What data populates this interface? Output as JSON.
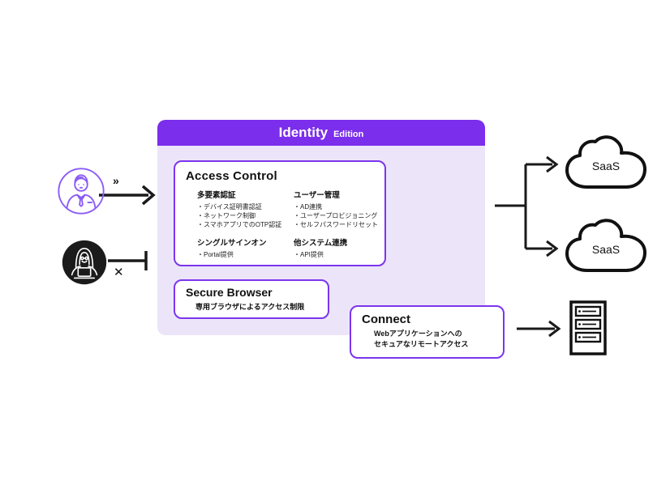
{
  "colors": {
    "header_purple": "#7B2EEB",
    "panel_background": "#ECE5F9",
    "card_border_purple": "#7C35EE",
    "icon_purple": "#8B5CF6",
    "line_black": "#1A1A1A"
  },
  "header": {
    "product": "Identity",
    "edition": "Edition"
  },
  "cards": {
    "access_control": {
      "title": "Access Control",
      "col1": {
        "group1": {
          "heading": "多要素認証",
          "item1": "・デバイス証明書認証",
          "item2": "・ネットワーク制御",
          "item3": "・スマホアプリでのOTP認証"
        },
        "group2": {
          "heading": "シングルサインオン",
          "item1": "・Portal提供"
        }
      },
      "col2": {
        "group1": {
          "heading": "ユーザー管理",
          "item1": "・AD連携",
          "item2": "・ユーザープロビジョニング",
          "item3": "・セルフパスワードリセット"
        },
        "group2": {
          "heading": "他システム連携",
          "item1": "・API提供"
        }
      }
    },
    "secure_browser": {
      "title": "Secure Browser",
      "description": "専用ブラウザによるアクセス制限"
    },
    "connect": {
      "title": "Connect",
      "line1": "Webアプリケーションへの",
      "line2": "セキュアなリモートアクセス"
    }
  },
  "targets": {
    "cloud1_label": "SaaS",
    "cloud2_label": "SaaS"
  },
  "markers": {
    "allowed": "»",
    "blocked": "✕"
  }
}
